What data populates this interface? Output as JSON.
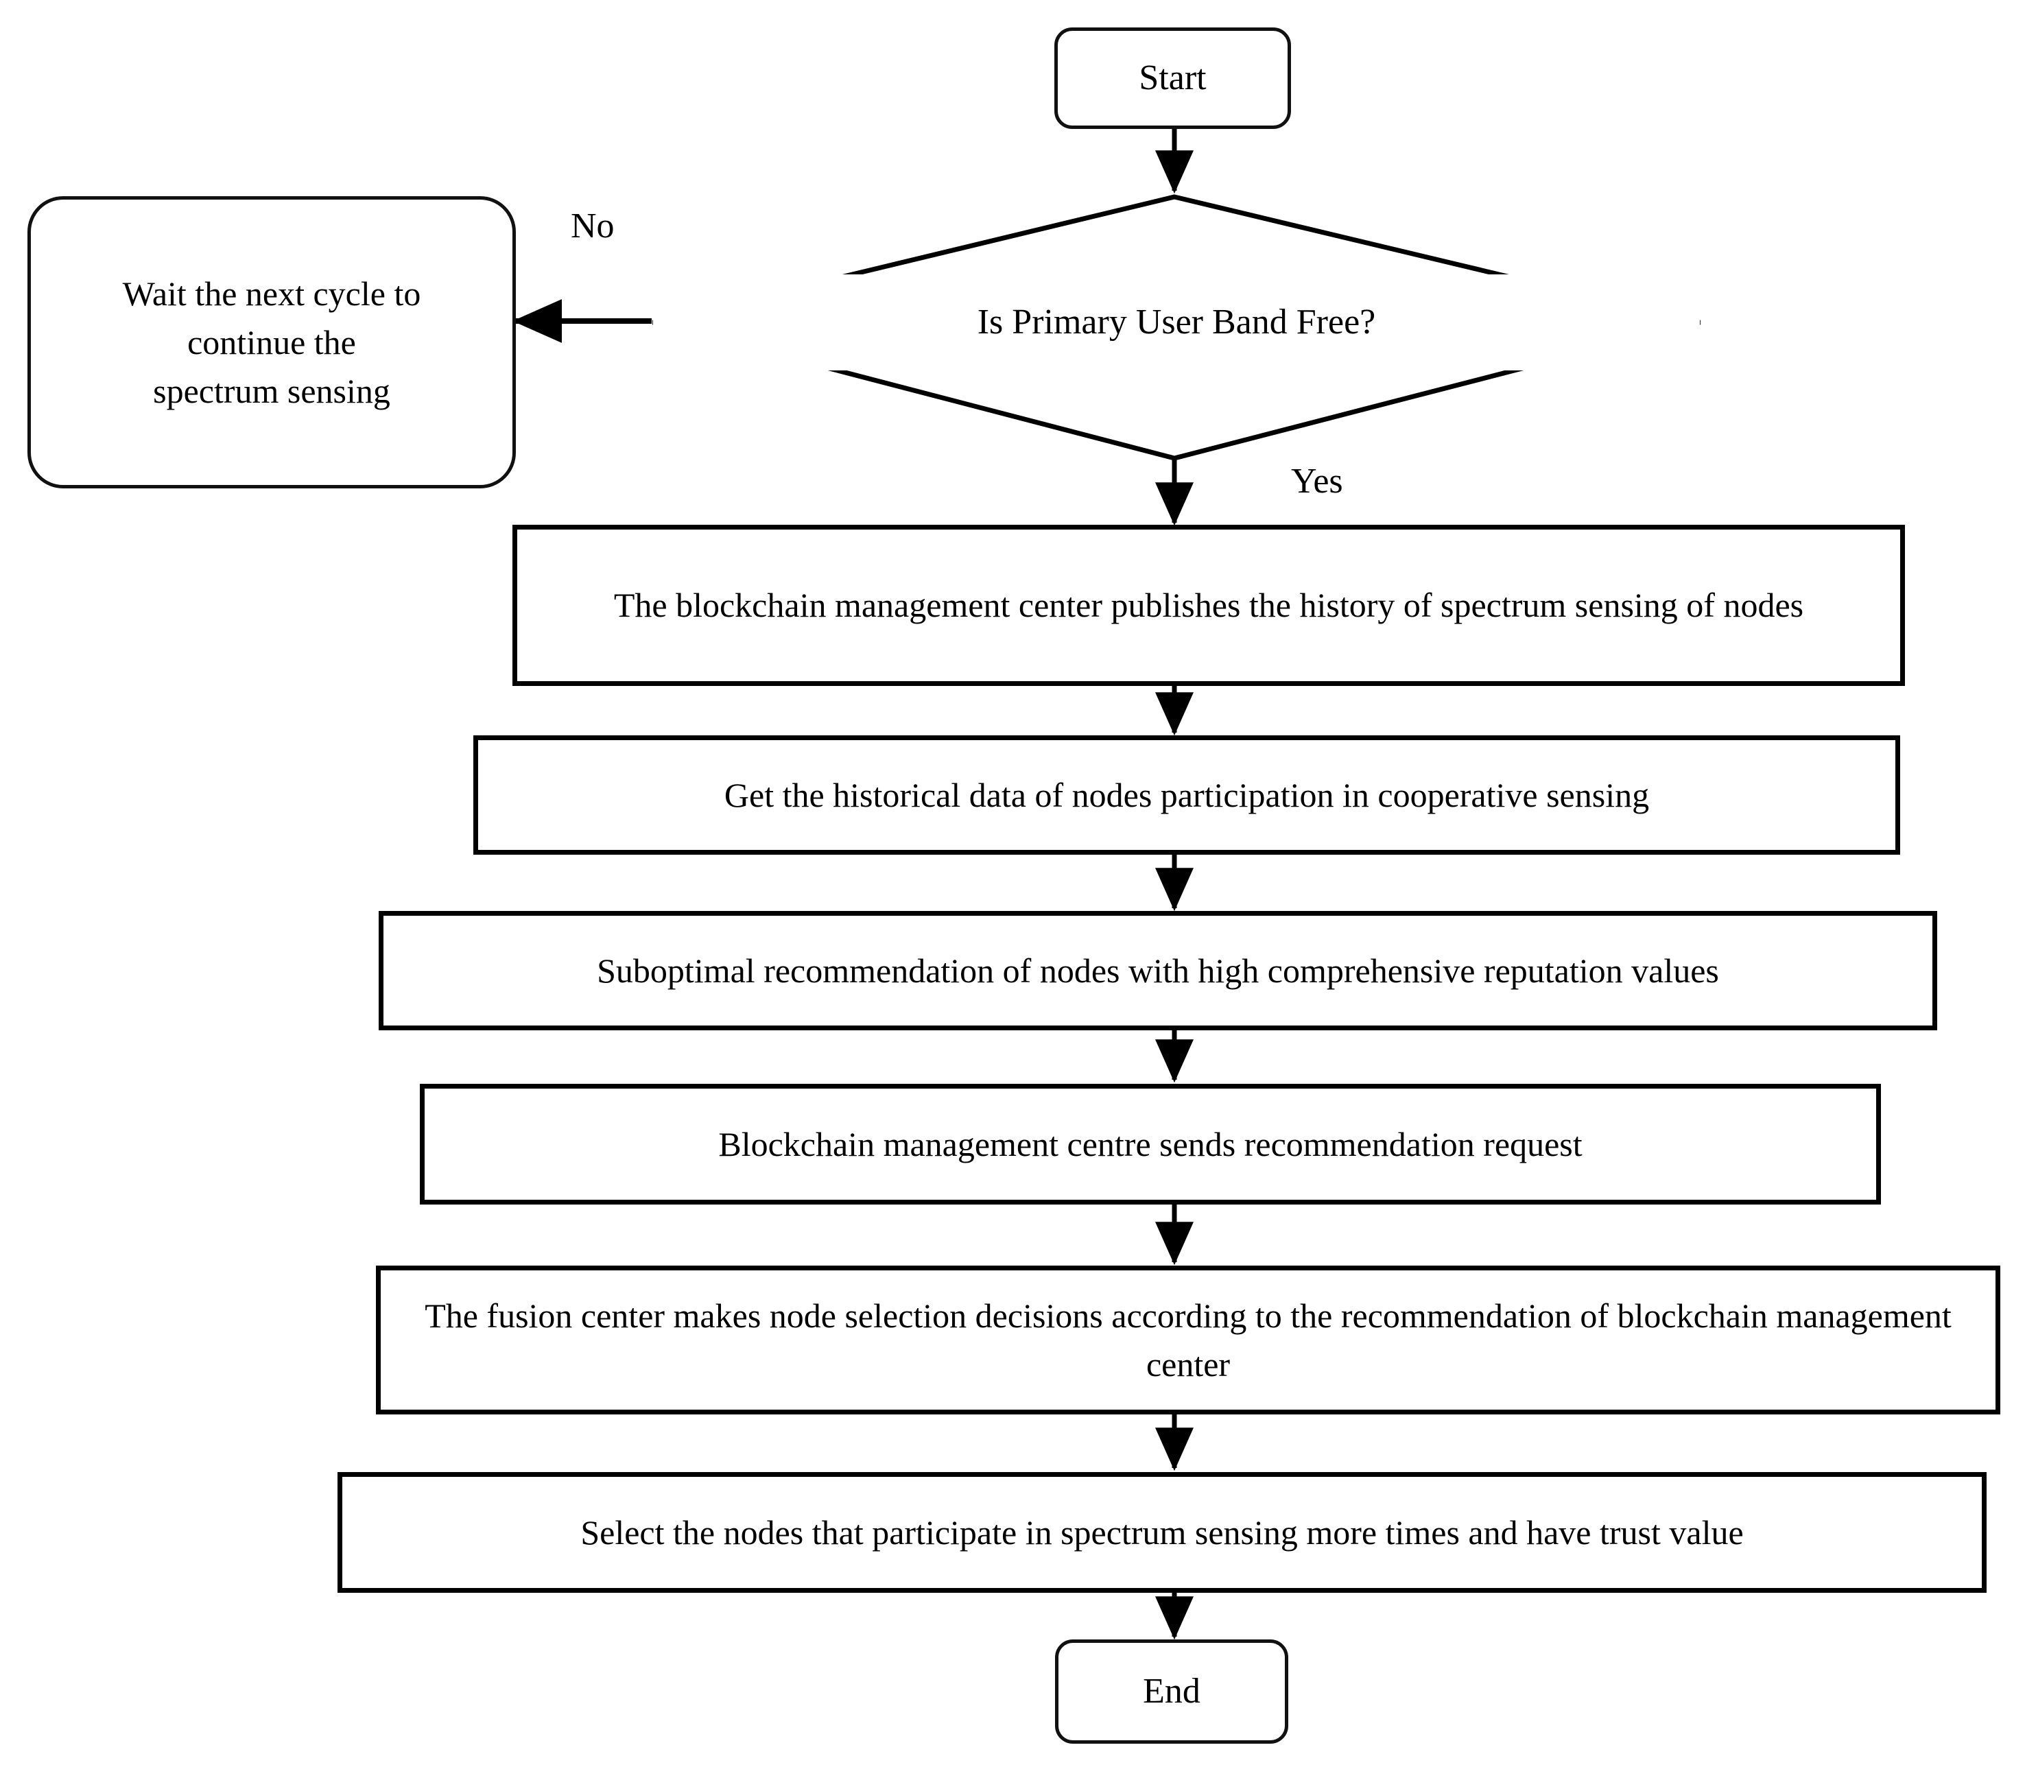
{
  "diagram": {
    "type": "flowchart",
    "title": "Blockchain-assisted cooperative spectrum sensing node selection flowchart",
    "background_color": "#ffffff",
    "line_color": "#000000",
    "text_color": "#000000",
    "nodes": [
      {
        "id": "start",
        "shape": "terminator",
        "label": "Start"
      },
      {
        "id": "decision",
        "shape": "diamond",
        "label": "Is Primary User Band Free?"
      },
      {
        "id": "wait",
        "shape": "rounded-rectangle",
        "label": "Wait the next cycle to continue the spectrum sensing",
        "line1": "Wait the next cycle to",
        "line2": "continue the",
        "line3": "spectrum sensing"
      },
      {
        "id": "publish",
        "shape": "rectangle",
        "label": "The blockchain management center publishes the history of spectrum sensing of nodes"
      },
      {
        "id": "get-history",
        "shape": "rectangle",
        "label": "Get the historical data of nodes participation in cooperative sensing"
      },
      {
        "id": "suboptimal",
        "shape": "rectangle",
        "label": "Suboptimal recommendation of nodes with high comprehensive reputation values"
      },
      {
        "id": "send-request",
        "shape": "rectangle",
        "label": "Blockchain management centre sends recommendation request"
      },
      {
        "id": "fusion",
        "shape": "rectangle",
        "label": "The fusion center makes node selection decisions according to the recommendation of blockchain management center"
      },
      {
        "id": "select",
        "shape": "rectangle",
        "label": "Select the nodes that participate in spectrum sensing more times and have trust value"
      },
      {
        "id": "end",
        "shape": "terminator",
        "label": "End"
      }
    ],
    "edge_labels": {
      "no": "No",
      "yes": "Yes"
    }
  }
}
